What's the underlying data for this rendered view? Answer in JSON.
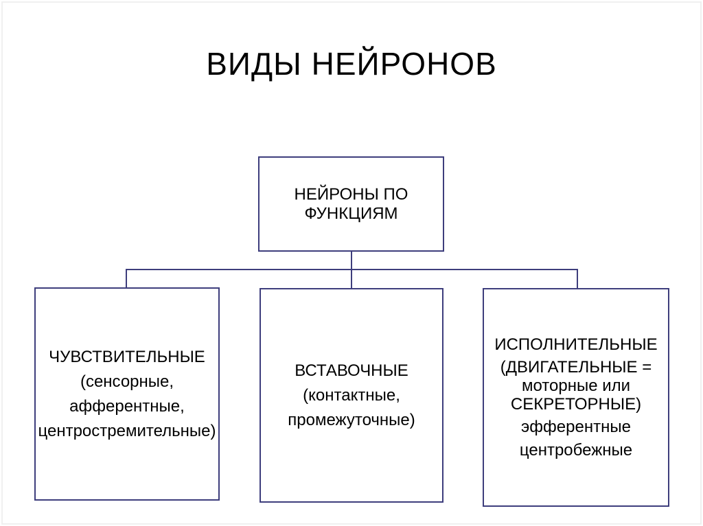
{
  "slide": {
    "title": "ВИДЫ НЕЙРОНОВ"
  },
  "colors": {
    "connector_and_border": "#3d3d7c",
    "text": "#000000",
    "background": "#ffffff",
    "outer_frame": "#f0f0f0"
  },
  "diagram": {
    "root_box": {
      "lines": [
        "НЕЙРОНЫ ПО",
        "ФУНКЦИЯМ"
      ]
    },
    "child_boxes": [
      {
        "name": "sensory-neurons",
        "lines": [
          "ЧУВСТВИТЕЛЬНЫЕ",
          "(сенсорные,",
          "афферентные,",
          "центростремительные)"
        ]
      },
      {
        "name": "interneurons",
        "lines": [
          "ВСТАВОЧНЫЕ",
          "(контактные,",
          "промежуточные)"
        ]
      },
      {
        "name": "executive-neurons",
        "lines": [
          "ИСПОЛНИТЕЛЬНЫЕ",
          "(ДВИГАТЕЛЬНЫЕ =",
          "моторные или",
          "СЕКРЕТОРНЫЕ)",
          "эфферентные",
          "центробежные"
        ]
      }
    ]
  }
}
